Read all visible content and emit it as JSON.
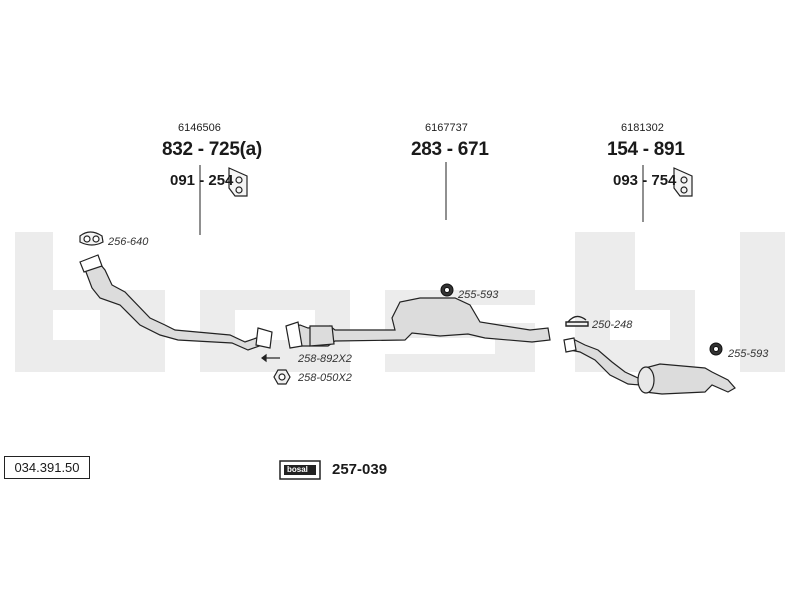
{
  "watermark": "bosal",
  "catalog_number": "034.391.50",
  "groups": [
    {
      "oem": "6146506",
      "part": "832 - 725(a)",
      "bracket": "091 - 254"
    },
    {
      "oem": "6167737",
      "part": "283 - 671"
    },
    {
      "oem": "6181302",
      "part": "154 - 891",
      "bracket": "093 - 754"
    }
  ],
  "accessories": {
    "gasket_front": "256-640",
    "rubber_mount_mid": "255-593",
    "clamp_mid": "250-248",
    "rubber_mount_rear": "255-593",
    "bolt": "258-892X2",
    "nut": "258-050X2"
  },
  "mounting_kit": {
    "logo": "bosal",
    "part": "257-039"
  },
  "colors": {
    "watermark": "#ececec",
    "line": "#222222",
    "part_fill": "#dcdcdc"
  }
}
